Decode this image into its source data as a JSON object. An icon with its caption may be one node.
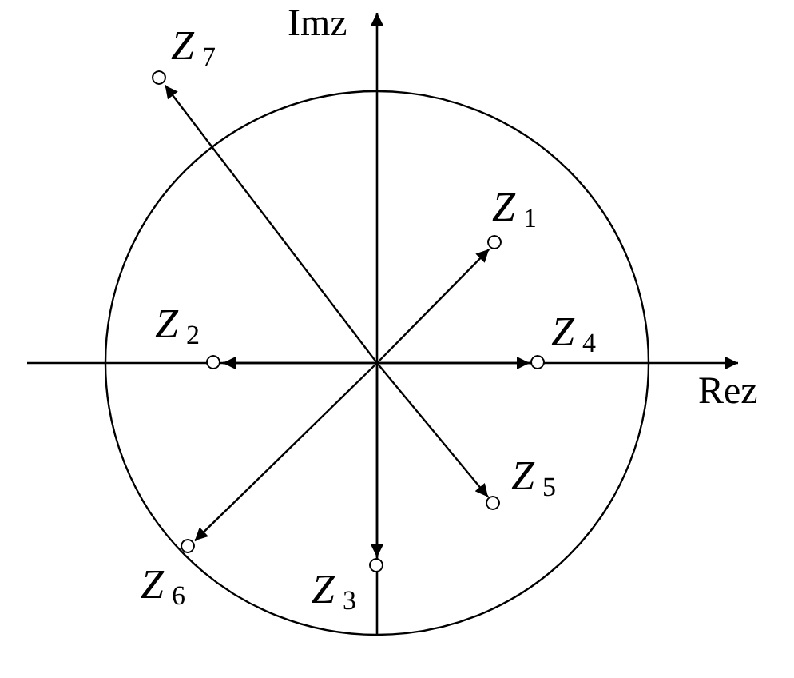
{
  "diagram": {
    "nodes": [
      {
        "text": [],
        "shape": "circle",
        "beside": [
          "Z$_{7}$"
        ]
      },
      {
        "text": [],
        "shape": "circle",
        "beside": [
          "Z$_{1}$"
        ]
      },
      {
        "text": [],
        "shape": "circle",
        "beside": [
          "Z$_{2}$"
        ]
      },
      {
        "text": [],
        "shape": "circle",
        "beside": [
          "Z$_{4}$"
        ]
      },
      {
        "text": [],
        "shape": "circle",
        "beside": [
          "Z$_{5}$"
        ]
      },
      {
        "text": [],
        "shape": "circle",
        "beside": [
          "Z$_{6}$"
        ]
      },
      {
        "text": [],
        "shape": "circle",
        "beside": [
          "Z$_{3}$"
        ]
      }
    ],
    "edges": [
      {
        "from": null,
        "to": 0,
        "arrow": "to"
      },
      {
        "from": null,
        "to": 1,
        "arrow": "to"
      },
      {
        "from": null,
        "to": 2,
        "arrow": "to"
      },
      {
        "from": null,
        "to": 3,
        "arrow": "to"
      },
      {
        "from": null,
        "to": 4,
        "arrow": "to"
      },
      {
        "from": null,
        "to": 5,
        "arrow": "to"
      },
      {
        "from": null,
        "to": 6,
        "arrow": "to"
      }
    ],
    "labels": [
      "Imz",
      "Rez"
    ]
  }
}
